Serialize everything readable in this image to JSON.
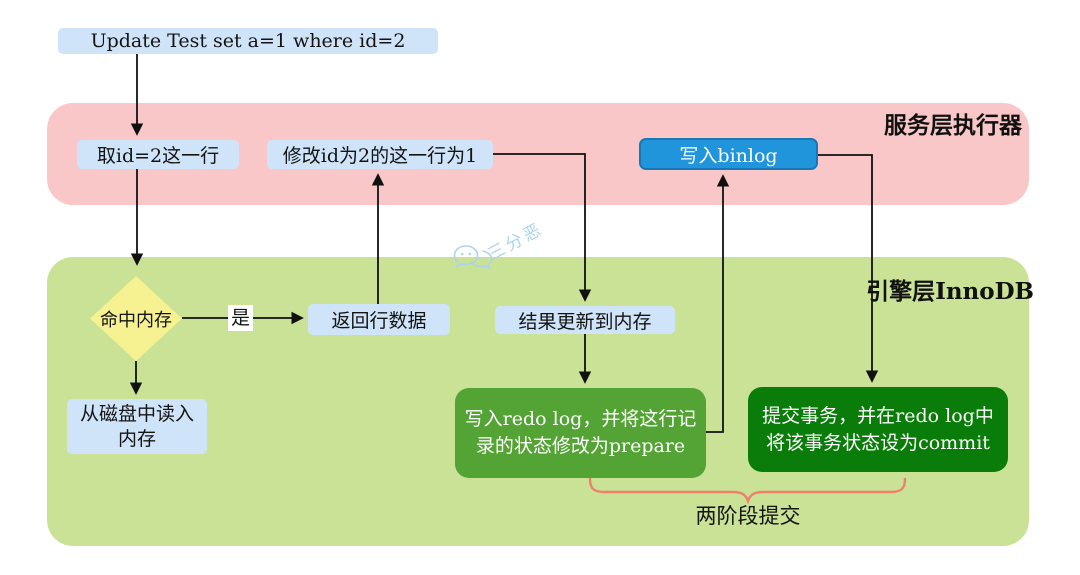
{
  "diagram": {
    "sql": "Update Test set a=1 where id=2",
    "regions": {
      "service_label": "服务层执行器",
      "engine_label": "引擎层InnoDB"
    },
    "nodes": {
      "fetch_row": "取id=2这一行",
      "modify_row": "修改id为2的这一行为1",
      "write_binlog": "写入binlog",
      "hit_memory": "命中内存",
      "yes_label": "是",
      "return_row": "返回行数据",
      "update_memory": "结果更新到内存",
      "read_disk_line1": "从磁盘中读入",
      "read_disk_line2": "内存",
      "prepare_line1": "写入redo log，并将这行记",
      "prepare_line2": "录的状态修改为prepare",
      "commit_line1": "提交事务，并在redo log中",
      "commit_line2": "将该事务状态设为commit"
    },
    "annotations": {
      "two_phase_commit": "两阶段提交",
      "watermark": "三分恶"
    },
    "colors": {
      "node_blue": "#cfe4f8",
      "binlog_blue": "#2095dc",
      "binlog_border": "#1678b5",
      "region_pink": "#f9c7c7",
      "region_green": "#c9e295",
      "diamond_yellow": "#f6f191",
      "prepare_green": "#54a335",
      "commit_green": "#0a7c0a",
      "brace_red": "#f07f6e",
      "watermark_blue": "#aed3ee",
      "arrow_black": "#111111"
    }
  }
}
